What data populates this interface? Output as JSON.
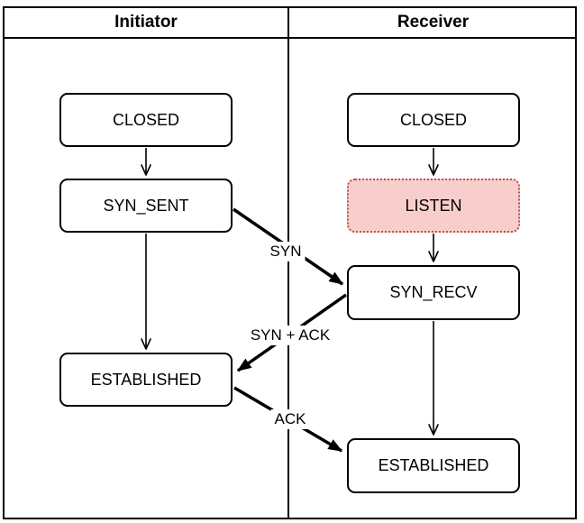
{
  "header": {
    "initiator": "Initiator",
    "receiver": "Receiver"
  },
  "nodes": {
    "initiator_closed": "CLOSED",
    "initiator_syn_sent": "SYN_SENT",
    "initiator_established": "ESTABLISHED",
    "receiver_closed": "CLOSED",
    "receiver_listen": "LISTEN",
    "receiver_syn_recv": "SYN_RECV",
    "receiver_established": "ESTABLISHED"
  },
  "edge_labels": {
    "syn": "SYN",
    "syn_ack": "SYN + ACK",
    "ack": "ACK"
  },
  "colors": {
    "line": "#000000",
    "box_fill": "#ffffff",
    "highlight_fill": "#f8cecc",
    "highlight_stroke": "#b85450",
    "background": "#ffffff"
  }
}
